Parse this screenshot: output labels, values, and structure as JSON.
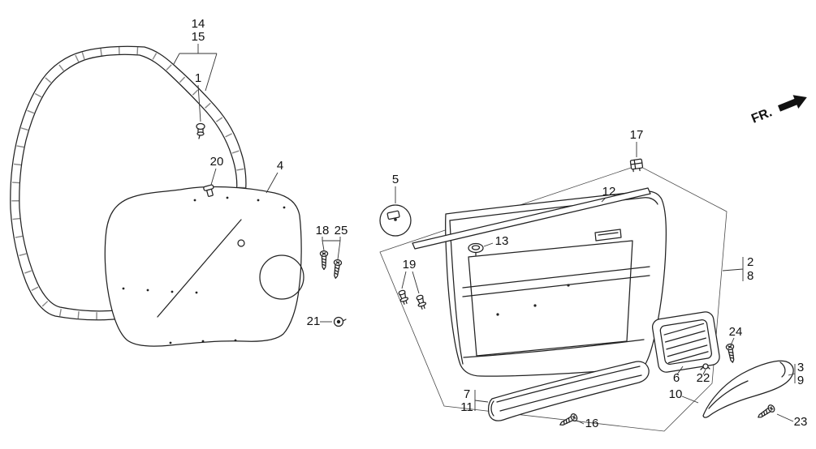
{
  "diagram": {
    "fr_label": "FR.",
    "parts": {
      "p1": "1",
      "p2": "2",
      "p3": "3",
      "p4": "4",
      "p5": "5",
      "p6": "6",
      "p7": "7",
      "p8": "8",
      "p9": "9",
      "p10": "10",
      "p11": "11",
      "p12": "12",
      "p13": "13",
      "p14": "14",
      "p15": "15",
      "p16": "16",
      "p17": "17",
      "p18": "18",
      "p19": "19",
      "p20": "20",
      "p21": "21",
      "p22": "22",
      "p23": "23",
      "p24": "24",
      "p25": "25"
    }
  }
}
